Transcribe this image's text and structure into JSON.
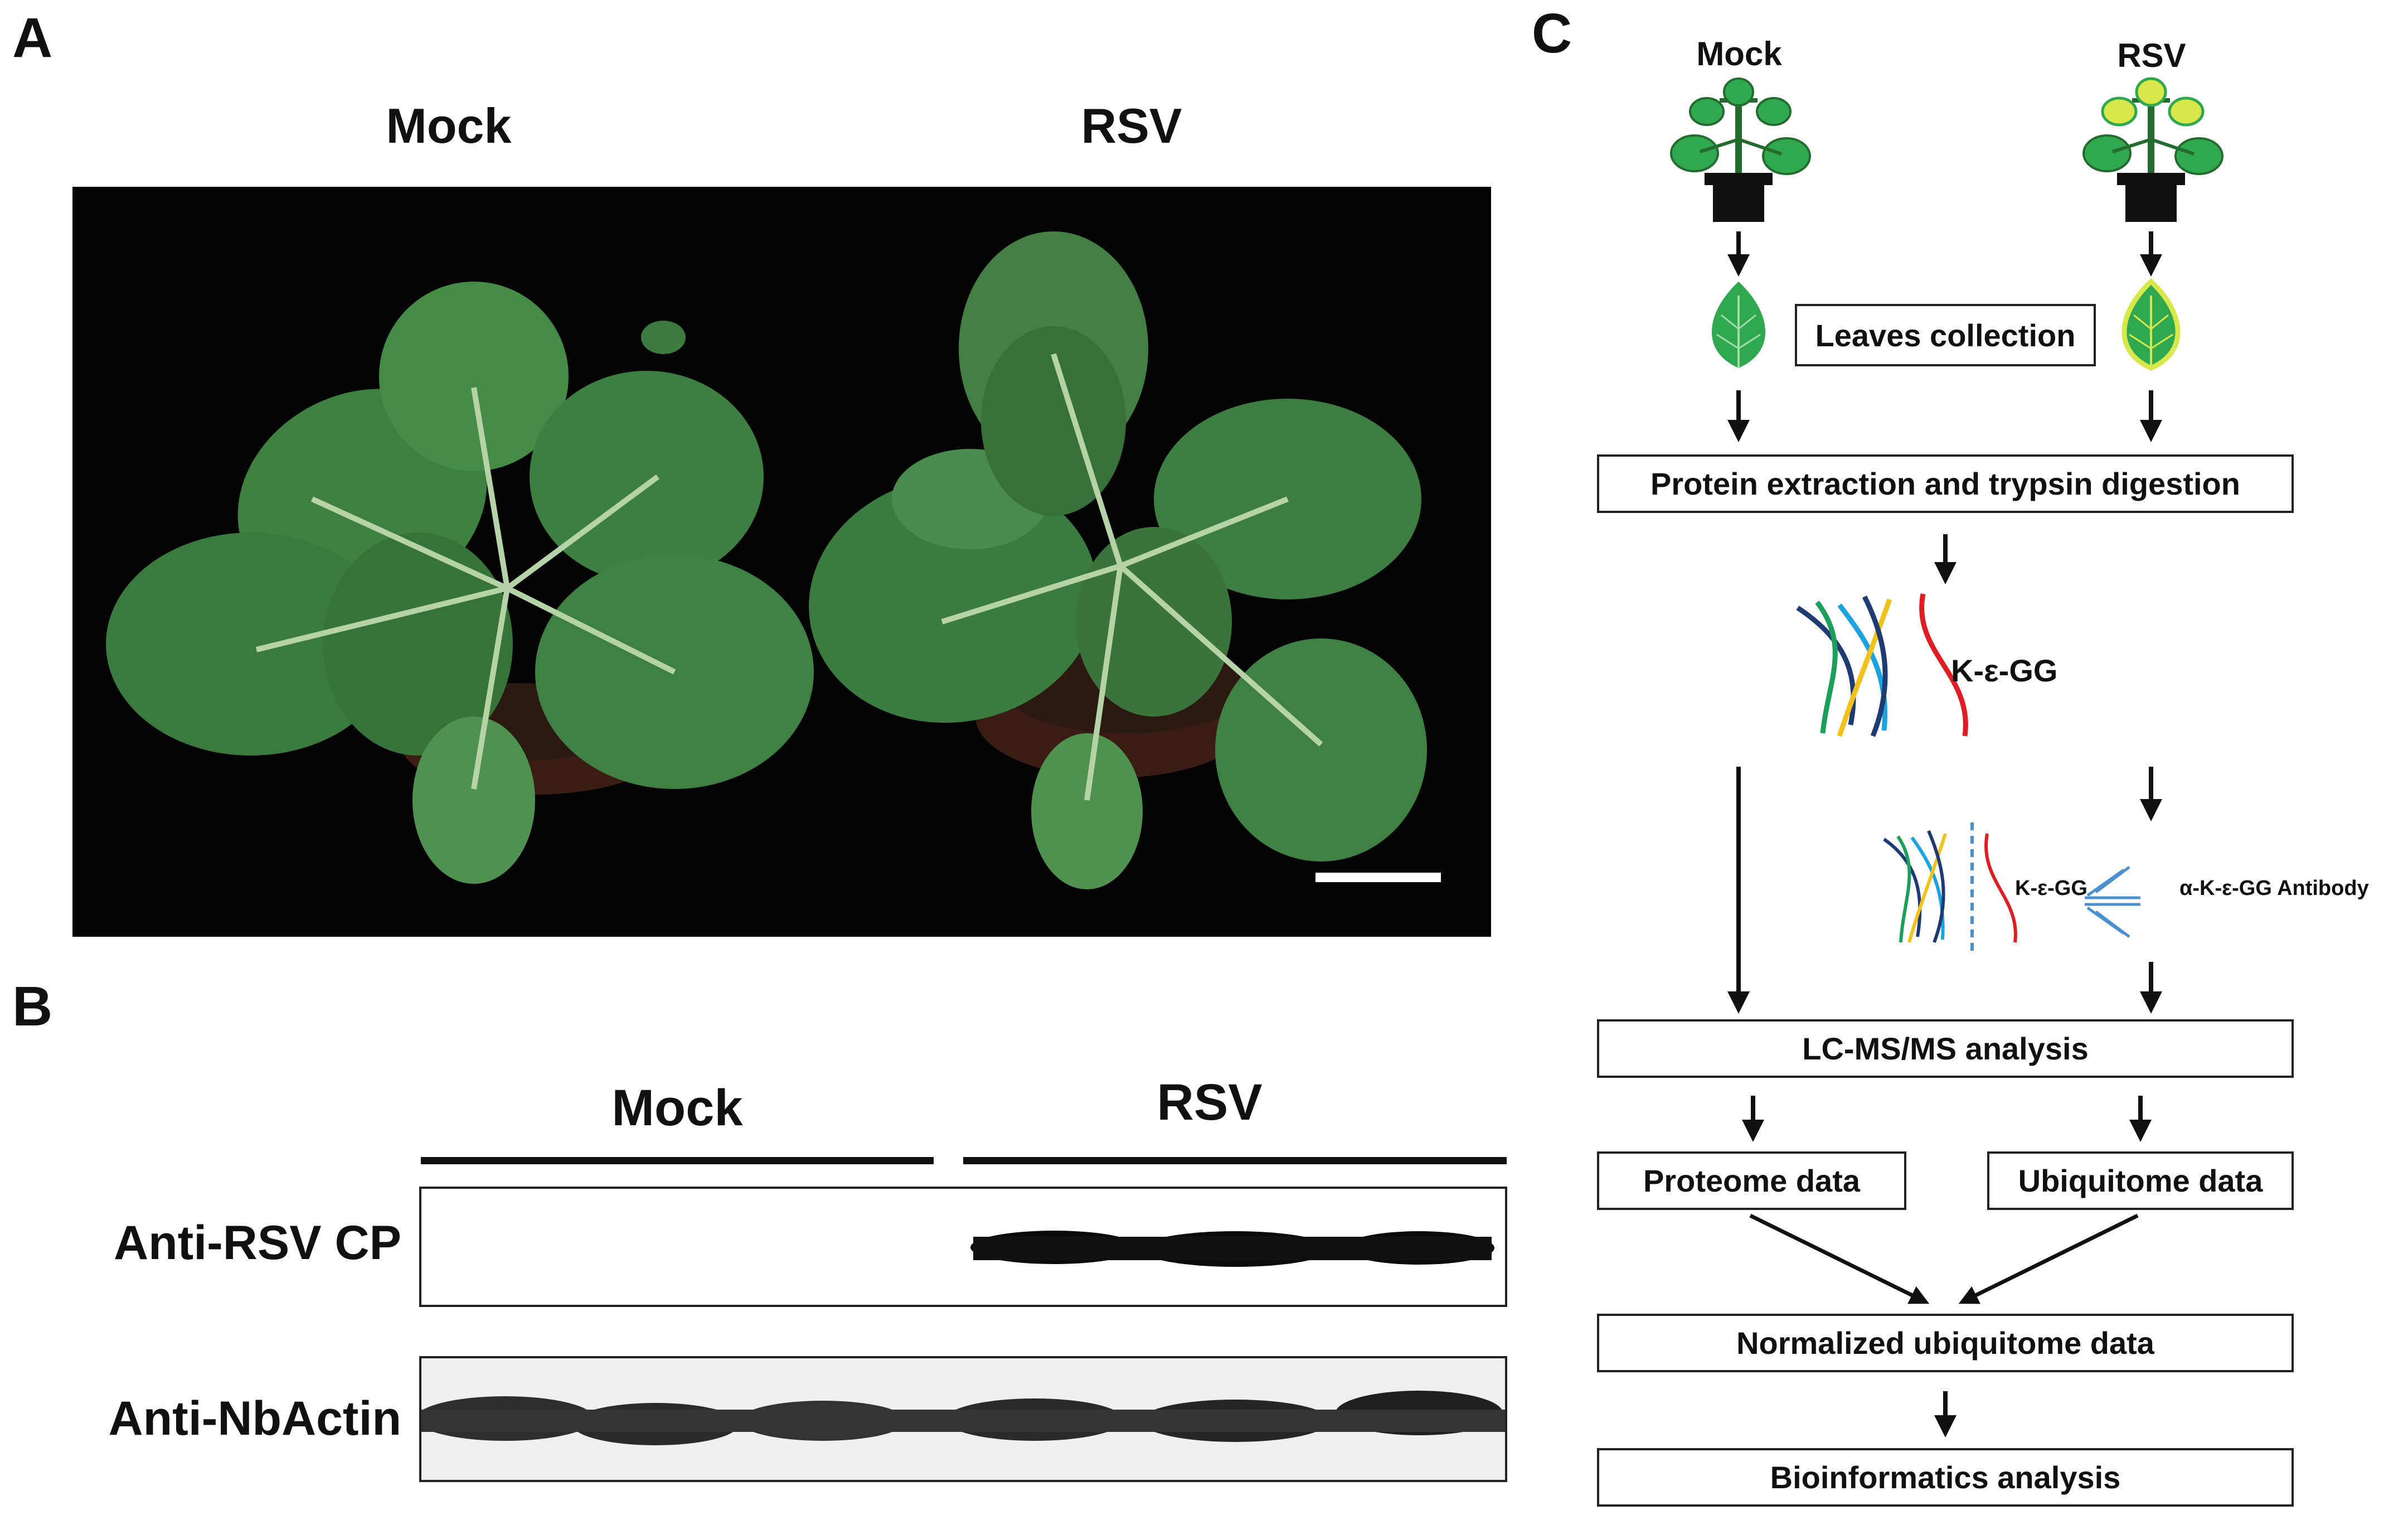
{
  "panel_a": {
    "letter": "A",
    "mock_label": "Mock",
    "rsv_label": "RSV"
  },
  "panel_b": {
    "letter": "B",
    "mock_label": "Mock",
    "rsv_label": "RSV",
    "blot_cp_label": "Anti-RSV CP",
    "blot_actin_label": "Anti-NbActin"
  },
  "panel_c": {
    "letter": "C",
    "mock_label": "Mock",
    "rsv_label": "RSV",
    "leaves_collection": "Leaves collection",
    "protein_extraction": "Protein extraction and trypsin digestion",
    "peptide_label": "K-ε-GG",
    "enrich_peptide_label": "K-ε-GG",
    "antibody_label": "α-K-ε-GG Antibody",
    "lcms": "LC-MS/MS analysis",
    "proteome": "Proteome data",
    "ubiquitome": "Ubiquitome data",
    "normalized": "Normalized ubiquitome data",
    "bioinformatics": "Bioinformatics analysis"
  },
  "colors": {
    "leaf_green": "#2fa84f",
    "leaf_dark": "#236b2f",
    "infected_leaf_yellow": "#d8e84a",
    "pot_black": "#111111",
    "peptide_navy": "#1f3b73",
    "peptide_green": "#1aa05a",
    "peptide_yellow": "#f2c21b",
    "peptide_cyan": "#1ba3e0",
    "peptide_red": "#e11d24",
    "antibody_blue": "#4a8fd0"
  }
}
